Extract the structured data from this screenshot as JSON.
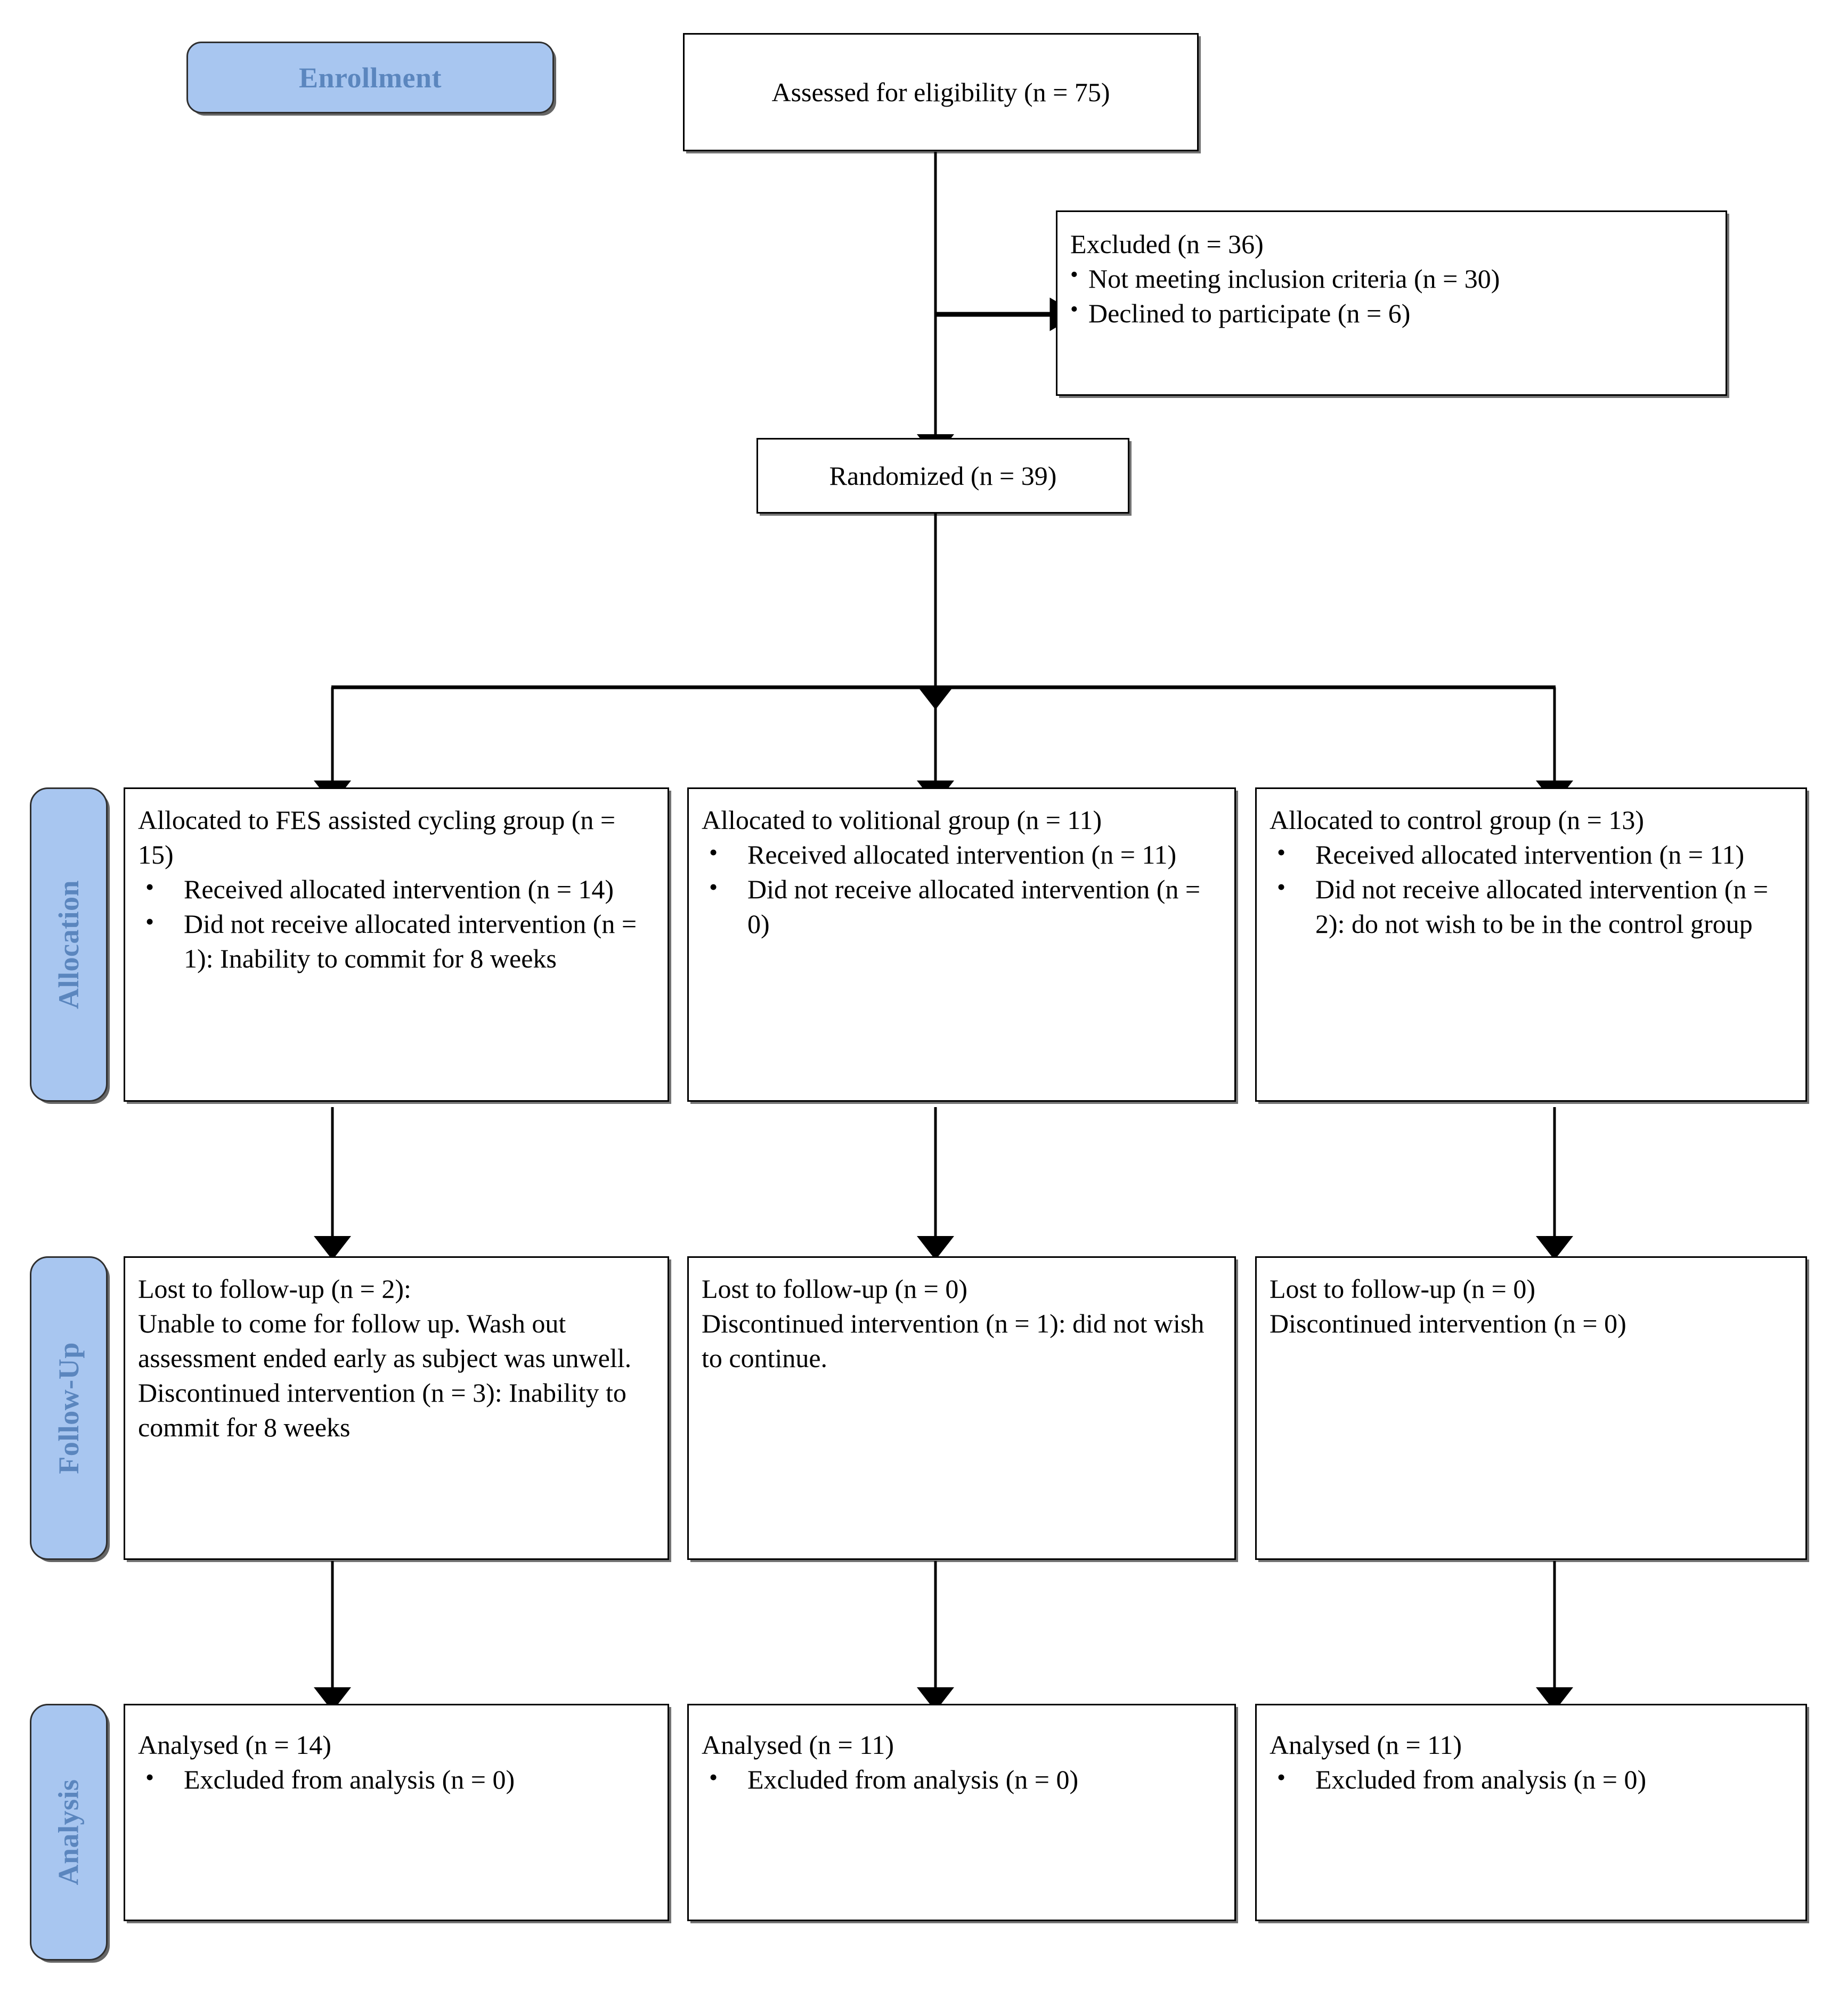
{
  "diagram": {
    "type": "consort-flow-diagram",
    "title": "CONSORT participant flow diagram",
    "accent_blue_fill": "#A8C6F0",
    "accent_blue_text": "#5B86BE",
    "box_border_color": "#000000",
    "background": "#FFFFFF"
  },
  "phases": {
    "enrollment": "Enrollment",
    "allocation": "Allocation",
    "followup": "Follow-Up",
    "analysis": "Analysis"
  },
  "enrollment": {
    "assessed": "Assessed for eligibility (n = 75)",
    "excluded_heading": "Excluded (n = 36)",
    "excluded_items": [
      "Not meeting inclusion criteria (n = 30)",
      "Declined to participate (n = 6)"
    ],
    "randomized": "Randomized (n = 39)"
  },
  "allocation": [
    {
      "heading": "Allocated to FES assisted cycling group (n = 15)",
      "items": [
        "Received allocated intervention (n = 14)",
        "Did not receive allocated intervention (n = 1): Inability to commit for 8 weeks"
      ]
    },
    {
      "heading": "Allocated to volitional group (n = 11)",
      "items": [
        "Received allocated intervention (n = 11)",
        "Did not receive allocated intervention (n = 0)"
      ]
    },
    {
      "heading": "Allocated to control group (n = 13)",
      "items": [
        "Received allocated intervention (n = 11)",
        "Did not receive allocated intervention (n = 2): do not wish to be in the control group"
      ]
    }
  ],
  "followup": [
    {
      "lines": [
        "Lost to follow-up (n = 2):",
        "Unable to come for follow up. Wash out assessment ended early as subject was unwell. Discontinued intervention (n = 3): Inability to commit for 8 weeks"
      ]
    },
    {
      "lines": [
        "Lost to follow-up (n = 0)",
        "Discontinued intervention (n = 1): did not wish to continue."
      ]
    },
    {
      "lines": [
        "Lost to follow-up (n = 0)",
        "Discontinued intervention (n = 0)"
      ]
    }
  ],
  "analysis": [
    {
      "heading": "Analysed (n = 14)",
      "items": [
        "Excluded from analysis (n = 0)"
      ]
    },
    {
      "heading": "Analysed (n = 11)",
      "items": [
        "Excluded from analysis (n = 0)"
      ]
    },
    {
      "heading": "Analysed (n = 11)",
      "items": [
        "Excluded from analysis (n = 0)"
      ]
    }
  ],
  "chart_data": {
    "type": "flowchart",
    "title": "CONSORT flow of participants through the trial",
    "nodes": [
      {
        "id": "assessed",
        "label": "Assessed for eligibility (n = 75)",
        "n": 75
      },
      {
        "id": "excluded",
        "label": "Excluded (n = 36)",
        "n": 36
      },
      {
        "id": "randomized",
        "label": "Randomized (n = 39)",
        "n": 39
      },
      {
        "id": "alloc-fes",
        "label": "Allocated to FES assisted cycling group (n = 15)",
        "n": 15
      },
      {
        "id": "alloc-vol",
        "label": "Allocated to volitional group (n = 11)",
        "n": 11
      },
      {
        "id": "alloc-ctrl",
        "label": "Allocated to control group (n = 13)",
        "n": 13
      },
      {
        "id": "analysed-fes",
        "label": "Analysed (n = 14)",
        "n": 14
      },
      {
        "id": "analysed-vol",
        "label": "Analysed (n = 11)",
        "n": 11
      },
      {
        "id": "analysed-ctrl",
        "label": "Analysed (n = 11)",
        "n": 11
      }
    ],
    "edges": [
      {
        "from": "assessed",
        "to": "excluded"
      },
      {
        "from": "assessed",
        "to": "randomized"
      },
      {
        "from": "randomized",
        "to": "alloc-fes"
      },
      {
        "from": "randomized",
        "to": "alloc-vol"
      },
      {
        "from": "randomized",
        "to": "alloc-ctrl"
      },
      {
        "from": "alloc-fes",
        "to": "analysed-fes"
      },
      {
        "from": "alloc-vol",
        "to": "analysed-vol"
      },
      {
        "from": "alloc-ctrl",
        "to": "analysed-ctrl"
      }
    ]
  }
}
